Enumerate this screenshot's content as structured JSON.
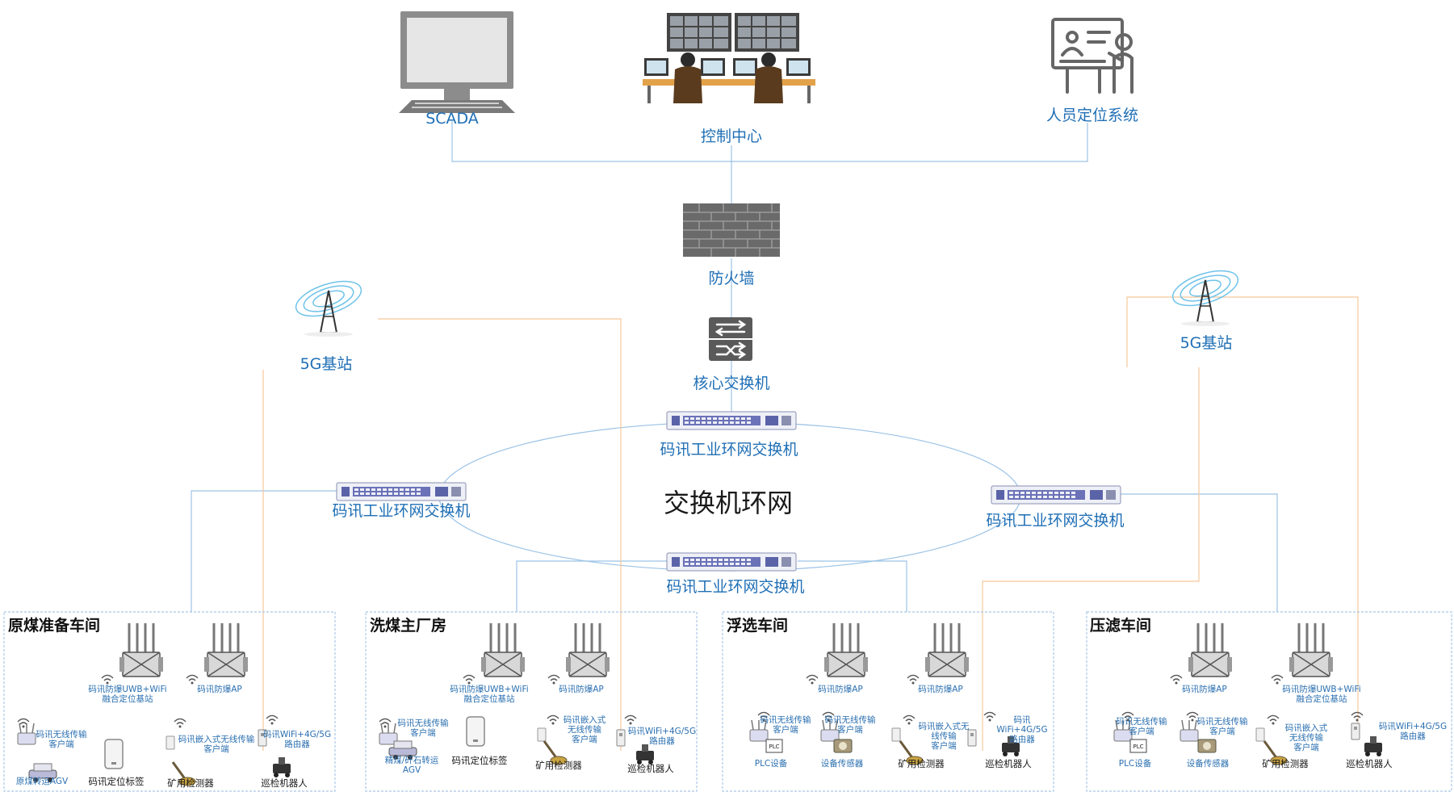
{
  "top": {
    "scada": "SCADA",
    "control_center": "控制中心",
    "personnel": "人员定位系统"
  },
  "core": {
    "firewall": "防火墙",
    "core_switch": "核心交换机",
    "base_station_left": "5G基站",
    "base_station_right": "5G基站"
  },
  "ring": {
    "title": "交换机环网",
    "switch_top": "码讯工业环网交换机",
    "switch_left": "码讯工业环网交换机",
    "switch_right": "码讯工业环网交换机",
    "switch_bottom": "码讯工业环网交换机"
  },
  "workshops": [
    {
      "title": "原煤准备车间",
      "devices": [
        "码讯防爆UWB+WiFi\n融合定位基站",
        "码讯防爆AP",
        "码讯无线传输\n客户端",
        "原煤转运AGV",
        "码讯定位标签",
        "码讯嵌入式无线传输\n客户端",
        "矿用检测器",
        "码讯WiFi+4G/5G\n路由器",
        "巡检机器人"
      ]
    },
    {
      "title": "洗煤主厂房",
      "devices": [
        "码讯防爆UWB+WiFi\n融合定位基站",
        "码讯防爆AP",
        "码讯无线传输\n客户端",
        "精煤/矸石转运\nAGV",
        "码讯定位标签",
        "码讯嵌入式\n无线传输\n客户端",
        "矿用检测器",
        "码讯WiFi+4G/5G\n路由器",
        "巡检机器人"
      ]
    },
    {
      "title": "浮选车间",
      "devices": [
        "码讯防爆AP",
        "码讯防爆AP",
        "码讯无线传输\n客户端",
        "PLC设备",
        "码讯无线传输\n客户端",
        "设备传感器",
        "码讯嵌入式无\n线传输\n客户端",
        "矿用检测器",
        "码讯\nWiFi+4G/5G\n路由器",
        "巡检机器人"
      ]
    },
    {
      "title": "压滤车间",
      "devices": [
        "码讯防爆AP",
        "码讯防爆UWB+WiFi\n融合定位基站",
        "码讯无线传输\n客户端",
        "PLC设备",
        "码讯无线传输\n客户端",
        "设备传感器",
        "码讯嵌入式\n无线传输\n客户端",
        "矿用检测器",
        "码讯WiFi+4G/5G\n路由器",
        "巡检机器人"
      ]
    }
  ],
  "plc_badge": "PLC",
  "colors": {
    "label_blue": "#1f6fb5",
    "link_blue": "#9cc3e6",
    "link_orange": "#f6c79b",
    "device_gray": "#8a8a8a",
    "box_border": "#a9c8e8"
  },
  "icons": [
    "monitor-icon",
    "control-room-icon",
    "presenter-icon",
    "firewall-icon",
    "core-switch-icon",
    "antenna-tower-icon",
    "rack-switch-icon",
    "explosion-proof-ap-icon",
    "wifi-icon",
    "agv-icon",
    "tag-icon",
    "detector-icon",
    "router-icon",
    "robot-icon",
    "plc-icon",
    "sensor-icon"
  ]
}
